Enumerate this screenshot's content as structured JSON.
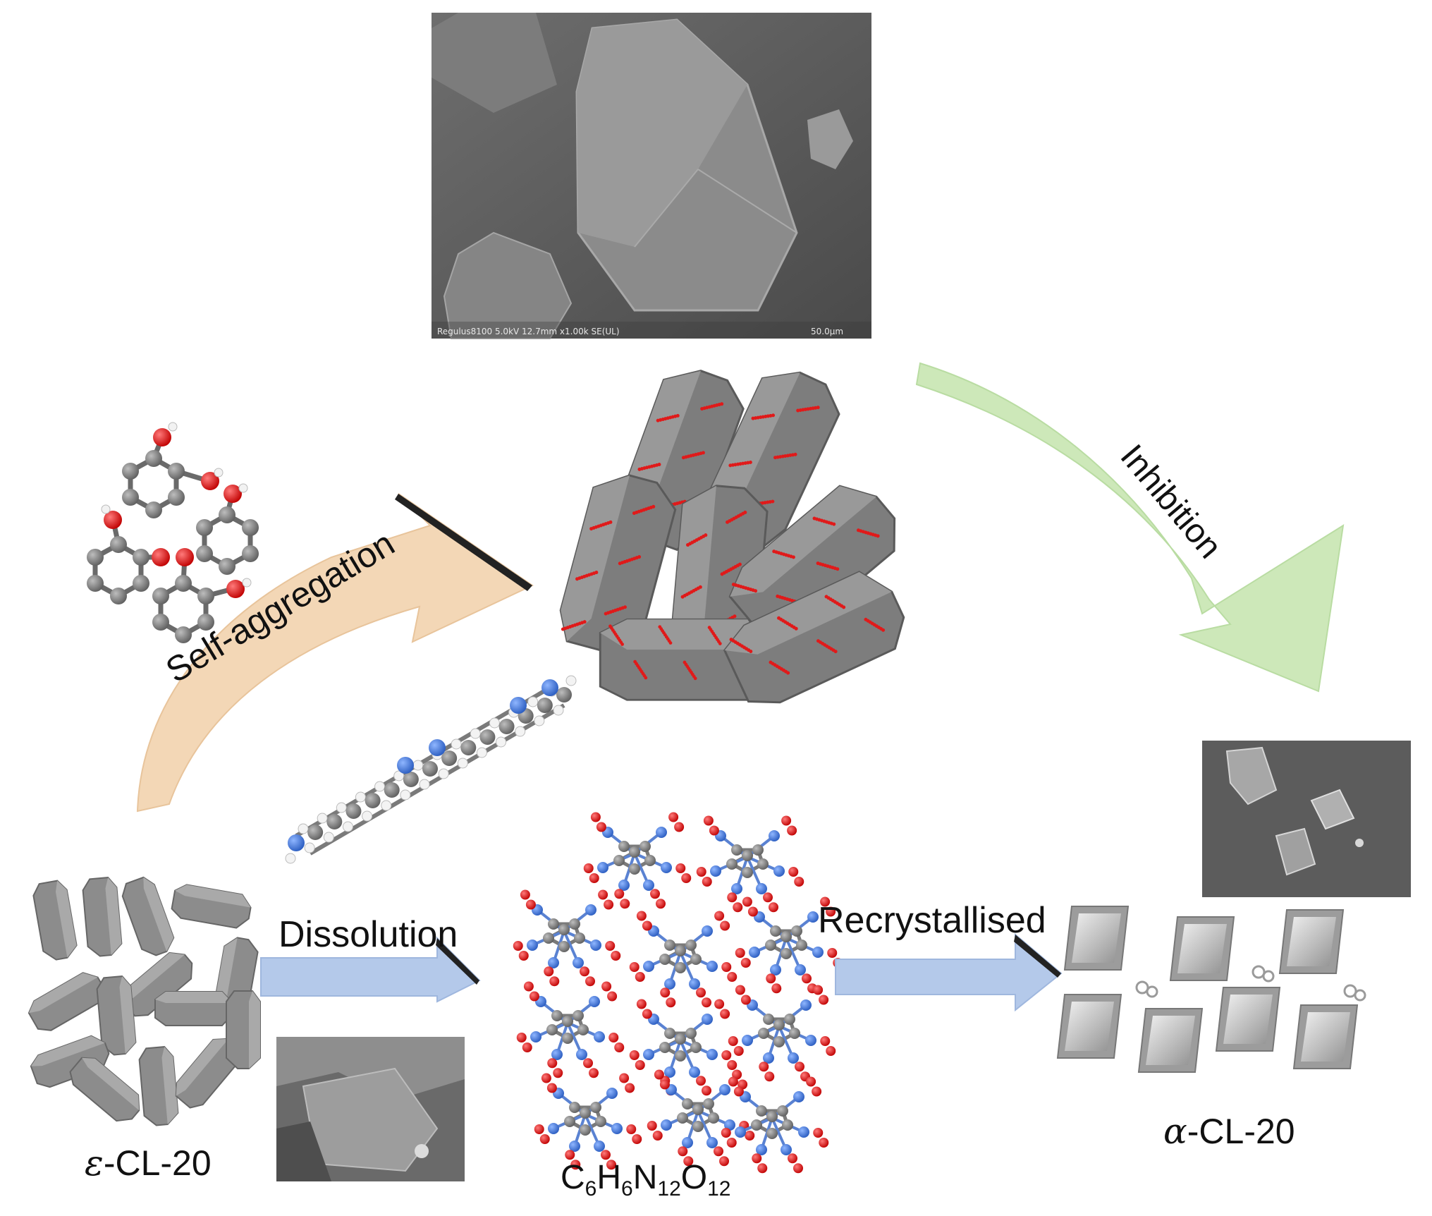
{
  "labels": {
    "self_aggregation": "Self-aggregation",
    "inhibition": "Inhibition",
    "dissolution": "Dissolution",
    "recrystallised": "Recrystallised",
    "epsilon_symbol": "ε",
    "epsilon_rest": "-CL-20",
    "alpha_symbol": "α",
    "alpha_rest": "-CL-20",
    "formula": {
      "c": "C",
      "c_n": "6",
      "h": "H",
      "h_n": "6",
      "n": "N",
      "n_n": "12",
      "o": "O",
      "o_n": "12"
    },
    "sem_top_bar": "Regulus8100 5.0kV 12.7mm x1.00k SE(UL)",
    "sem_top_scale": "50.0μm"
  },
  "colors": {
    "self_aggregation_arrow": "#f3d7b6",
    "inhibition_arrow": "#cde8b9",
    "process_arrow": "#b4c9ea",
    "crystal_gray": "#8c8c8c",
    "oxygen_red": "#e01a1a",
    "nitrogen_blue": "#3a74d6",
    "carbon_gray": "#7a7a7a"
  }
}
